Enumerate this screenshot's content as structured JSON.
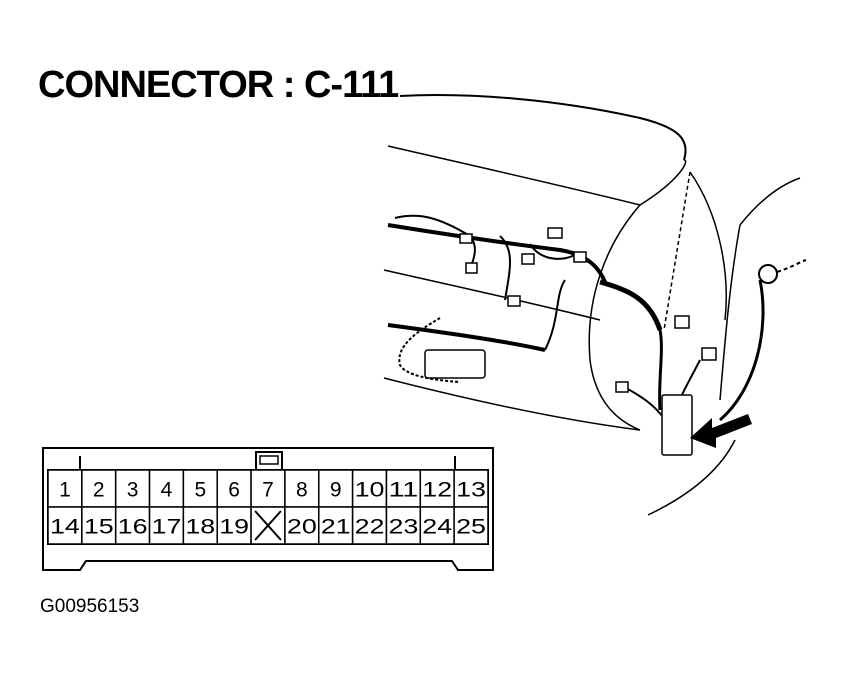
{
  "title": "CONNECTOR : C-111",
  "figure_id": "G00956153",
  "connector": {
    "top_row": [
      "1",
      "2",
      "3",
      "4",
      "5",
      "6",
      "7",
      "8",
      "9",
      "10",
      "11",
      "12",
      "13"
    ],
    "bottom_row": [
      "14",
      "15",
      "16",
      "17",
      "18",
      "19",
      "",
      "20",
      "21",
      "22",
      "23",
      "24",
      "25"
    ],
    "empty_cavity_marker": "X"
  },
  "arrow": "location-arrow"
}
